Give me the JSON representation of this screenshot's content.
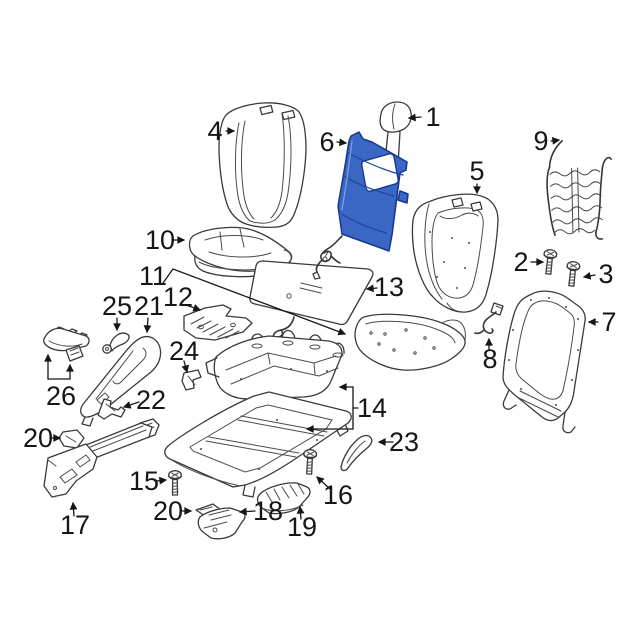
{
  "figure": {
    "background_color": "#ffffff",
    "line_color": "#3a3a3a",
    "highlight_color": "#3a67c4",
    "highlighted_callout": "6"
  },
  "callouts": {
    "c1": {
      "label": "1"
    },
    "c2": {
      "label": "2"
    },
    "c3": {
      "label": "3"
    },
    "c4": {
      "label": "4"
    },
    "c5": {
      "label": "5"
    },
    "c6": {
      "label": "6"
    },
    "c7": {
      "label": "7"
    },
    "c8": {
      "label": "8"
    },
    "c9": {
      "label": "9"
    },
    "c10": {
      "label": "10"
    },
    "c11": {
      "label": "11"
    },
    "c12": {
      "label": "12"
    },
    "c13": {
      "label": "13"
    },
    "c14": {
      "label": "14"
    },
    "c15": {
      "label": "15"
    },
    "c16": {
      "label": "16"
    },
    "c17": {
      "label": "17"
    },
    "c18": {
      "label": "18"
    },
    "c19": {
      "label": "19"
    },
    "c20a": {
      "label": "20"
    },
    "c20b": {
      "label": "20"
    },
    "c21": {
      "label": "21"
    },
    "c22": {
      "label": "22"
    },
    "c23": {
      "label": "23"
    },
    "c24": {
      "label": "24"
    },
    "c25": {
      "label": "25"
    },
    "c26": {
      "label": "26"
    }
  }
}
